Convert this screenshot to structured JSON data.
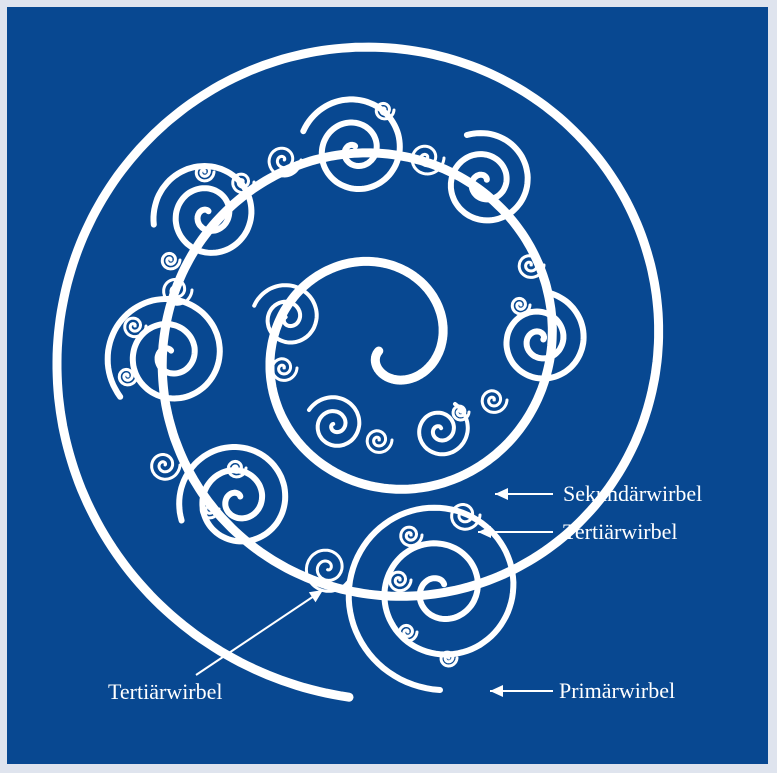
{
  "colors": {
    "background": "#084891",
    "page_margin": "#dfe4ee",
    "stroke": "#ffffff"
  },
  "labels": {
    "secondary_vortex": "Sekundärwirbel",
    "tertiary_vortex_right": "Tertiärwirbel",
    "tertiary_vortex_left": "Tertiärwirbel",
    "primary_vortex": "Primärwirbel"
  }
}
